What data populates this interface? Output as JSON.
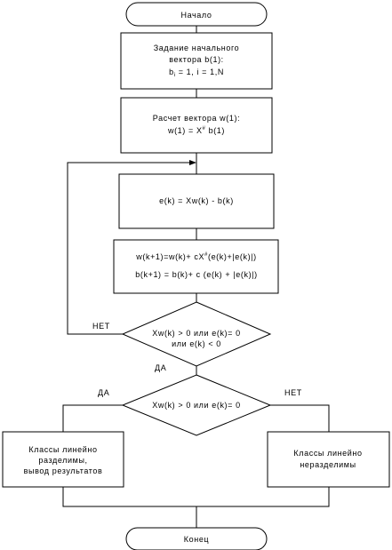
{
  "flowchart": {
    "start_label": "Начало",
    "end_label": "Конец",
    "init_block": {
      "line1": "Задание начального",
      "line2": "вектора b(1):",
      "line3_b": "b",
      "line3_sub": "i",
      "line3_rest": " = 1,  i = 1,N"
    },
    "calc_w_block": {
      "line1": "Расчет вектора w(1):",
      "line2_a": "w(1) = X",
      "line2_sup": "#",
      "line2_b": " b(1)"
    },
    "error_block": {
      "line1": "e(k) = Xw(k) - b(k)"
    },
    "update_block": {
      "line1_a": "w(k+1)=w(k)+ cX",
      "line1_sup": "#",
      "line1_b": "(e(k)+|e(k)|)",
      "line2": "b(k+1) = b(k)+ c (e(k) + |e(k)|)"
    },
    "decision1": {
      "line1": "Xw(k) > 0 или e(k)= 0",
      "line2": "или e(k) < 0",
      "no_label": "НЕТ",
      "yes_label": "ДА"
    },
    "decision2": {
      "line1": "Xw(k) > 0 или e(k)= 0",
      "yes_label": "ДА",
      "no_label": "НЕТ"
    },
    "result_separable": {
      "line1": "Классы линейно",
      "line2": "разделимы,",
      "line3": "вывод результатов"
    },
    "result_nonseparable": {
      "line1": "Классы линейно",
      "line2": "неразделимы"
    }
  }
}
